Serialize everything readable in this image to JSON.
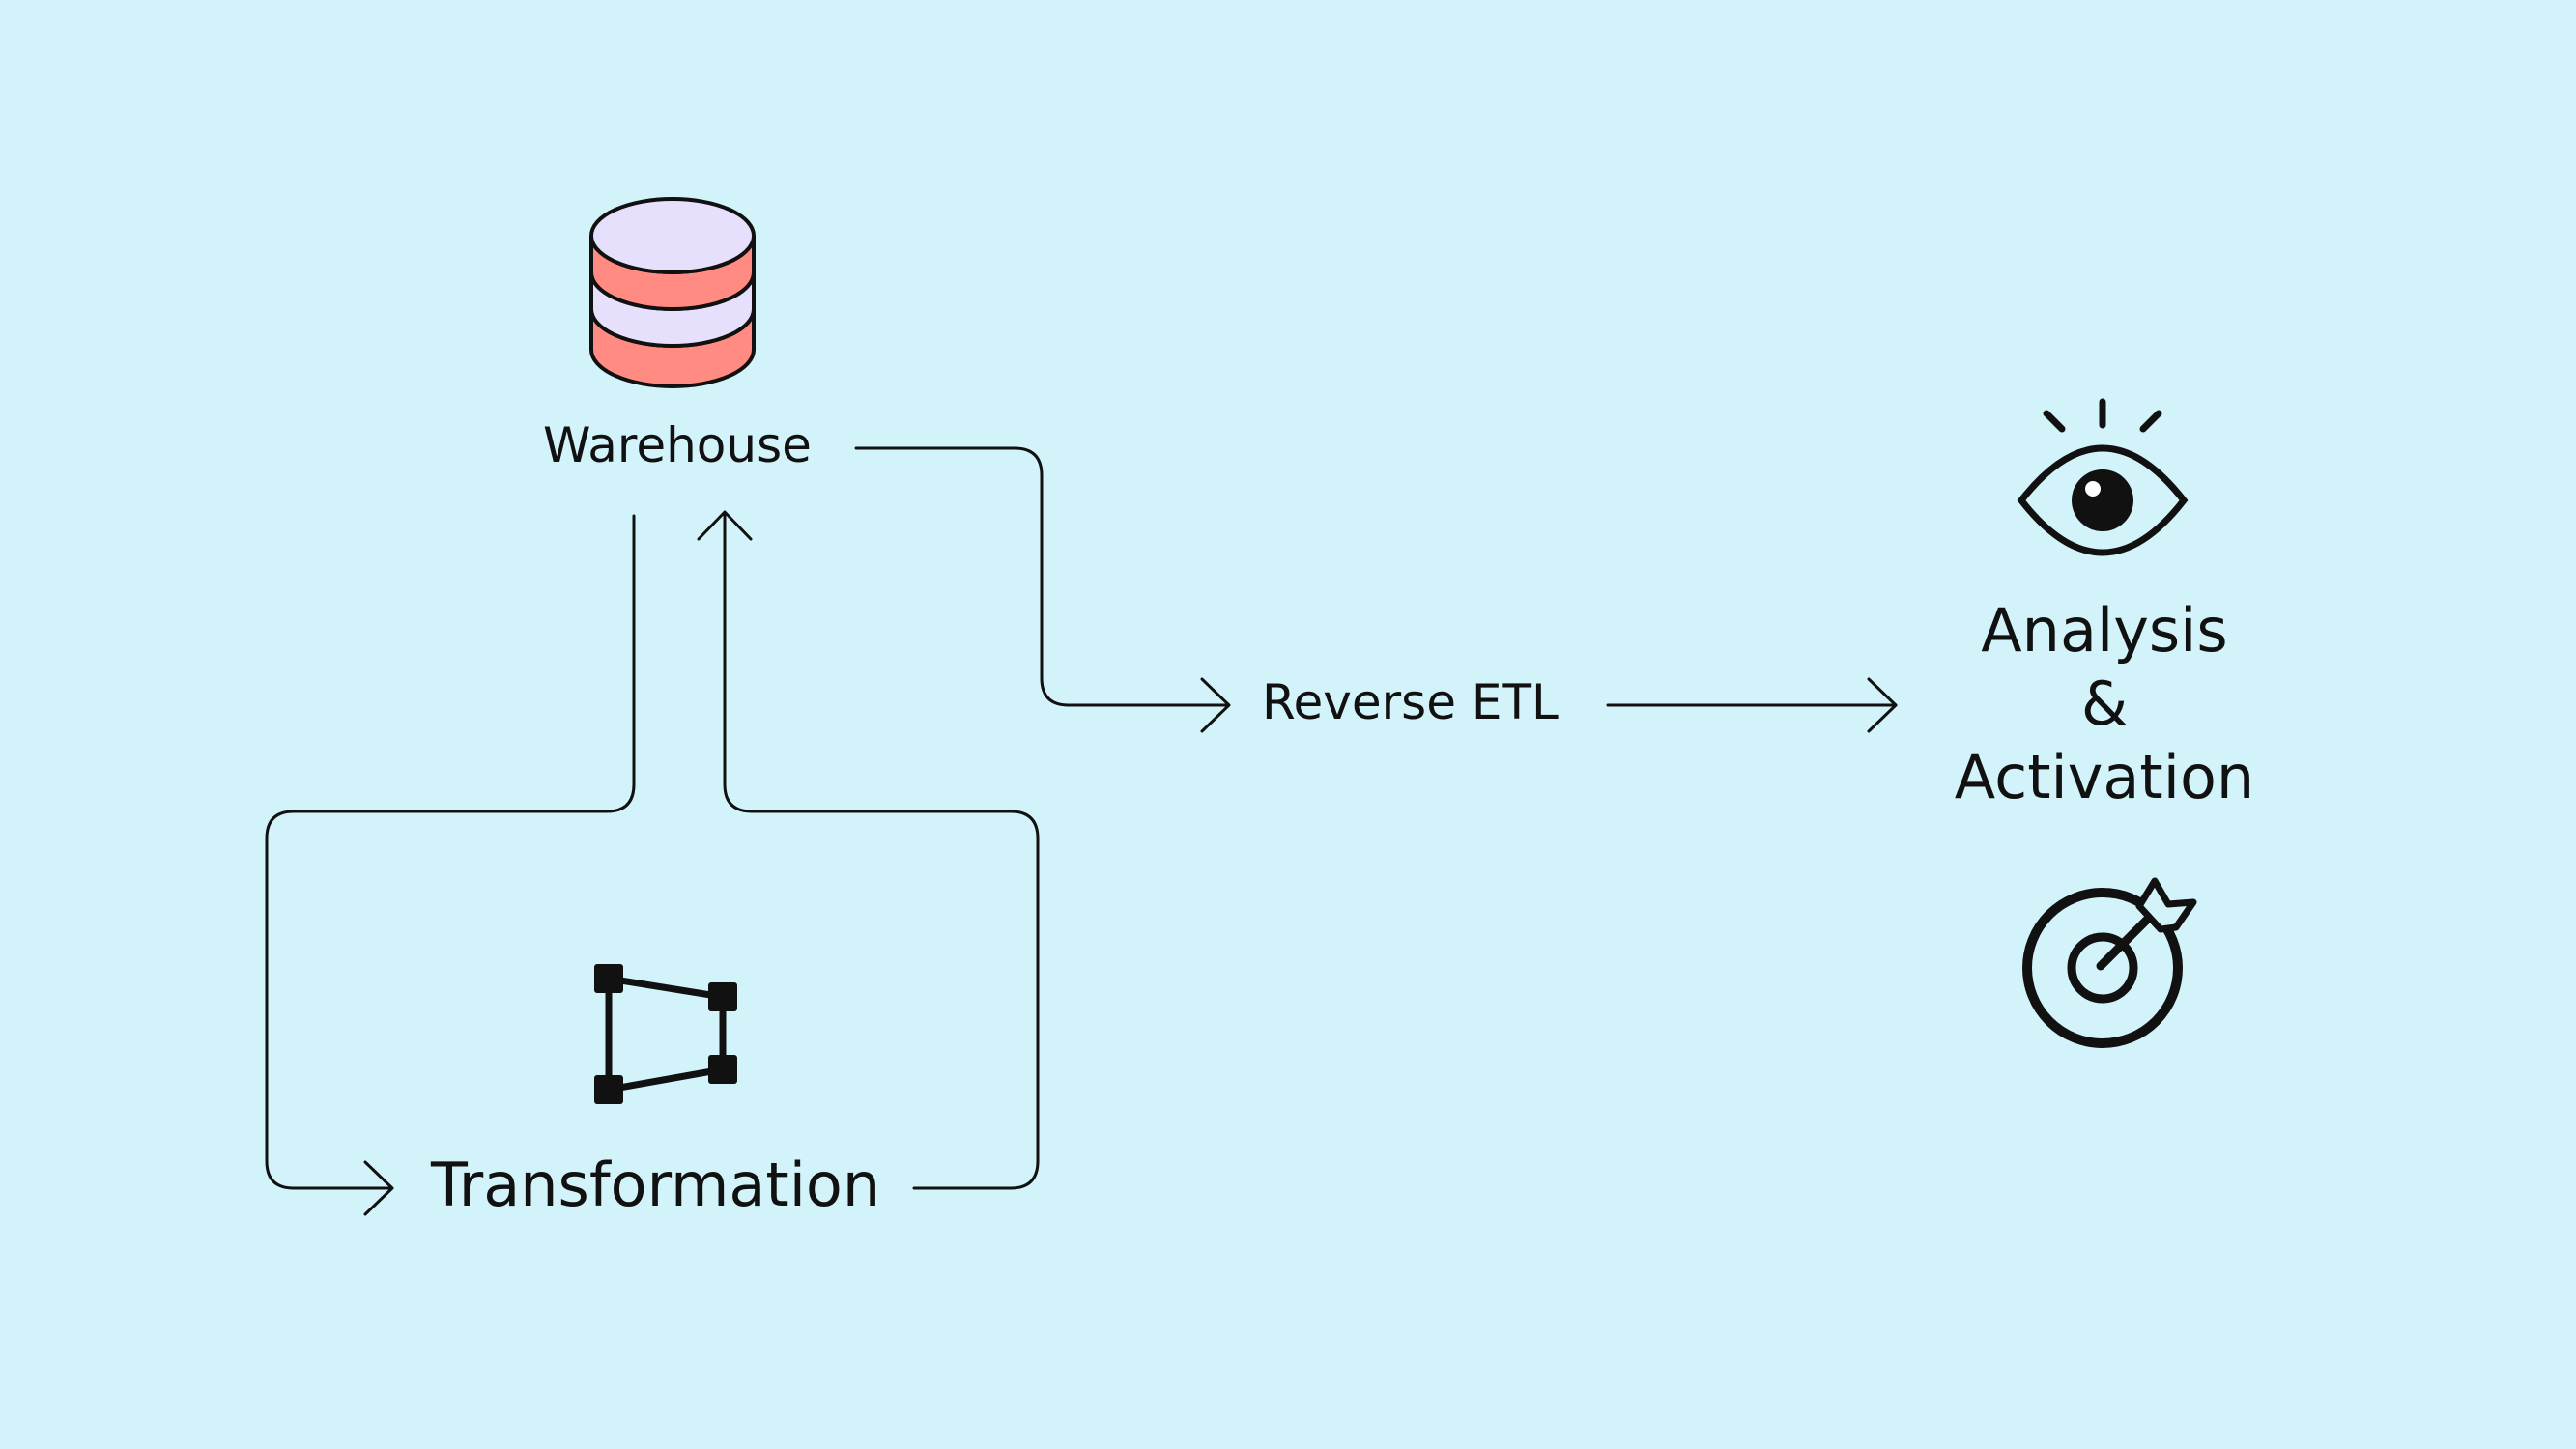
{
  "nodes": {
    "warehouse": {
      "label": "Warehouse",
      "icon": "database-icon"
    },
    "reverse_etl": {
      "label": "Reverse ETL"
    },
    "transformation": {
      "label": "Transformation",
      "icon": "shape-nodes-icon"
    },
    "analysis": {
      "line1": "Analysis",
      "line2": "&",
      "line3": "Activation",
      "icons": [
        "eye-icon",
        "target-icon"
      ]
    }
  },
  "colors": {
    "background": "#d3f3fa",
    "stroke": "#111111",
    "db_top": "#e6e0fd",
    "db_band": "#ff8b82"
  }
}
